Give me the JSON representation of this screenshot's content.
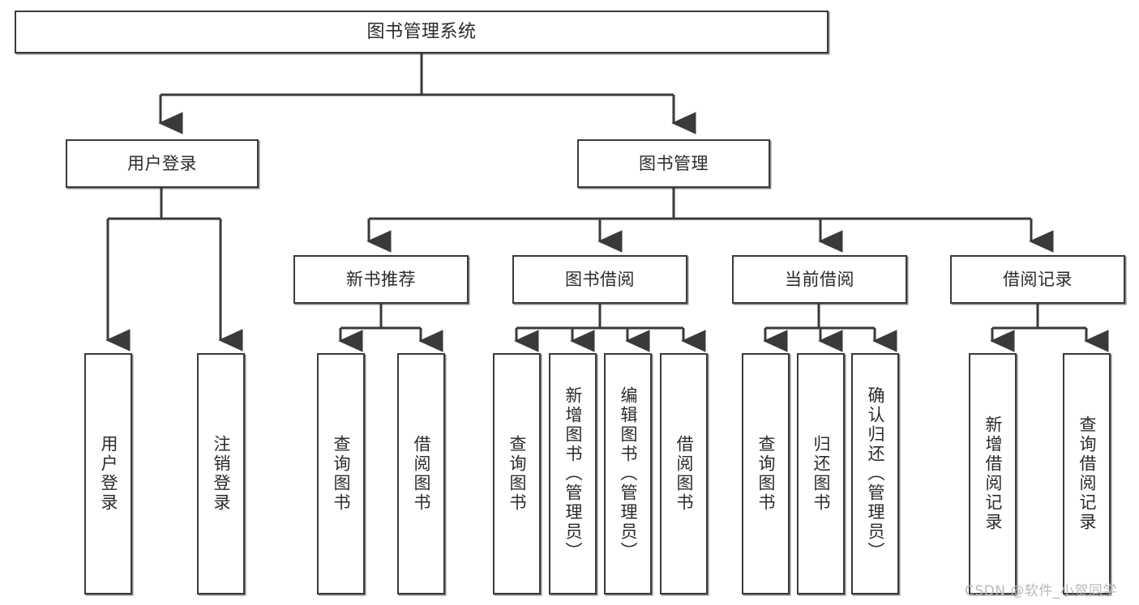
{
  "diagram": {
    "title": "图书管理系统",
    "type": "hierarchy-tree",
    "root": {
      "id": "root",
      "label": "图书管理系统"
    },
    "level1": [
      {
        "id": "user-login",
        "label": "用户登录"
      },
      {
        "id": "book-manage",
        "label": "图书管理"
      }
    ],
    "level2": [
      {
        "id": "new-book-rec",
        "label": "新书推荐",
        "parent": "book-manage"
      },
      {
        "id": "book-borrow",
        "label": "图书借阅",
        "parent": "book-manage"
      },
      {
        "id": "current-borrow",
        "label": "当前借阅",
        "parent": "book-manage"
      },
      {
        "id": "borrow-record",
        "label": "借阅记录",
        "parent": "book-manage"
      }
    ],
    "leaves": {
      "user-login": [
        {
          "id": "leaf-user-login",
          "label": "用户登录"
        },
        {
          "id": "leaf-logout",
          "label": "注销登录"
        }
      ],
      "new-book-rec": [
        {
          "id": "leaf-query-book-1",
          "label": "查询图书"
        },
        {
          "id": "leaf-borrow-book-1",
          "label": "借阅图书"
        }
      ],
      "book-borrow": [
        {
          "id": "leaf-query-book-2",
          "label": "查询图书"
        },
        {
          "id": "leaf-add-book",
          "label": "新增图书（管理员）"
        },
        {
          "id": "leaf-edit-book",
          "label": "编辑图书（管理员）"
        },
        {
          "id": "leaf-borrow-book-2",
          "label": "借阅图书"
        }
      ],
      "current-borrow": [
        {
          "id": "leaf-query-book-3",
          "label": "查询图书"
        },
        {
          "id": "leaf-return-book",
          "label": "归还图书"
        },
        {
          "id": "leaf-confirm-return",
          "label": "确认归还（管理员）"
        }
      ],
      "borrow-record": [
        {
          "id": "leaf-add-record",
          "label": "新增借阅记录"
        },
        {
          "id": "leaf-query-record",
          "label": "查询借阅记录"
        }
      ]
    },
    "watermark": "CSDN @软件_小贺同学",
    "colors": {
      "stroke": "#3a3a3a",
      "fill": "#ffffff",
      "text": "#2b2b2b",
      "watermark": "#b9b9b9"
    }
  }
}
